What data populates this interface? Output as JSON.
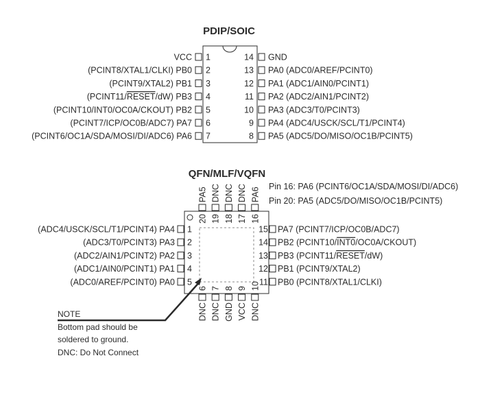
{
  "dip": {
    "title": "PDIP/SOIC",
    "left_pins": [
      {
        "num": "1",
        "pre": "",
        "over": "",
        "post": "",
        "pin": "VCC"
      },
      {
        "num": "2",
        "pre": "(PCINT8/XTAL1/CLKI)",
        "over": "",
        "post": "",
        "pin": "PB0"
      },
      {
        "num": "3",
        "pre": "(PCINT9/XTAL2)",
        "over": "",
        "post": "",
        "pin": "PB1"
      },
      {
        "num": "4",
        "pre": "(PCINT11/",
        "over": "RESET",
        "post": "/dW)",
        "pin": "PB3"
      },
      {
        "num": "5",
        "pre": "(PCINT10/INT0/OC0A/CKOUT)",
        "over": "",
        "post": "",
        "pin": "PB2"
      },
      {
        "num": "6",
        "pre": "(PCINT7/ICP/OC0B/ADC7)",
        "over": "",
        "post": "",
        "pin": "PA7"
      },
      {
        "num": "7",
        "pre": "(PCINT6/OC1A/SDA/MOSI/DI/ADC6)",
        "over": "",
        "post": "",
        "pin": "PA6"
      }
    ],
    "right_pins": [
      {
        "num": "14",
        "pin": "GND",
        "fn": ""
      },
      {
        "num": "13",
        "pin": "PA0",
        "fn": "(ADC0/AREF/PCINT0)"
      },
      {
        "num": "12",
        "pin": "PA1",
        "fn": "(ADC1/AIN0/PCINT1)"
      },
      {
        "num": "11",
        "pin": "PA2",
        "fn": "(ADC2/AIN1/PCINT2)"
      },
      {
        "num": "10",
        "pin": "PA3",
        "fn": "(ADC3/T0/PCINT3)"
      },
      {
        "num": "9",
        "pin": "PA4",
        "fn": "(ADC4/USCK/SCL/T1/PCINT4)"
      },
      {
        "num": "8",
        "pin": "PA5",
        "fn": "(ADC5/DO/MISO/OC1B/PCINT5)"
      }
    ]
  },
  "qfn": {
    "title": "QFN/MLF/VQFN",
    "info": [
      "Pin 16:  PA6 (PCINT6/OC1A/SDA/MOSI/DI/ADC6)",
      "Pin 20:  PA5 (ADC5/DO/MISO/OC1B/PCINT5)"
    ],
    "left_pins": [
      {
        "num": "1",
        "label": "(ADC4/USCK/SCL/T1/PCINT4) PA4"
      },
      {
        "num": "2",
        "label": "(ADC3/T0/PCINT3) PA3"
      },
      {
        "num": "3",
        "label": "(ADC2/AIN1/PCINT2) PA2"
      },
      {
        "num": "4",
        "label": "(ADC1/AIN0/PCINT1) PA1"
      },
      {
        "num": "5",
        "label": "(ADC0/AREF/PCINT0) PA0"
      }
    ],
    "right_pins": [
      {
        "num": "15",
        "pin": "PA7",
        "pre": "(PCINT7/ICP/OC0B/ADC7)",
        "over": "",
        "post": ""
      },
      {
        "num": "14",
        "pin": "PB2",
        "pre": "(PCINT10/",
        "over": "INT0",
        "post": "/OC0A/CKOUT)"
      },
      {
        "num": "13",
        "pin": "PB3",
        "pre": "(PCINT11/",
        "over": "RESET",
        "post": "/dW)"
      },
      {
        "num": "12",
        "pin": "PB1",
        "pre": "(PCINT9/XTAL2)",
        "over": "",
        "post": ""
      },
      {
        "num": "11",
        "pin": "PB0",
        "pre": "(PCINT8/XTAL1/CLKI)",
        "over": "",
        "post": ""
      }
    ],
    "top_pins": [
      {
        "num": "20",
        "label": "PA5"
      },
      {
        "num": "19",
        "label": "DNC"
      },
      {
        "num": "18",
        "label": "DNC"
      },
      {
        "num": "17",
        "label": "DNC"
      },
      {
        "num": "16",
        "label": "PA6"
      }
    ],
    "bottom_pins": [
      {
        "num": "6",
        "label": "DNC"
      },
      {
        "num": "7",
        "label": "DNC"
      },
      {
        "num": "8",
        "label": "GND"
      },
      {
        "num": "9",
        "label": "VCC"
      },
      {
        "num": "10",
        "label": "DNC"
      }
    ]
  },
  "note": {
    "heading": "NOTE",
    "lines": [
      "Bottom pad should be",
      "soldered to ground.",
      "DNC: Do Not Connect"
    ]
  }
}
